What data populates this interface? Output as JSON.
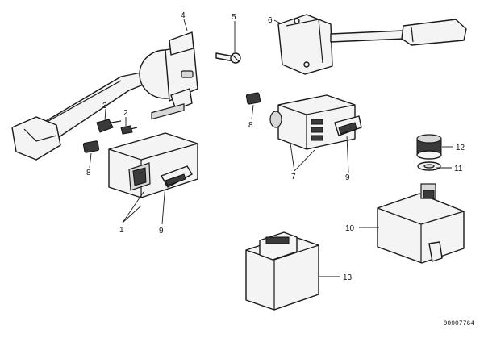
{
  "callouts": {
    "c1": "1",
    "c2": "2",
    "c3": "3",
    "c4": "4",
    "c5": "5",
    "c6": "6",
    "c7": "7",
    "c8a": "8",
    "c8b": "8",
    "c9a": "9",
    "c9b": "9",
    "c10": "10",
    "c11": "11",
    "c12": "12",
    "c13": "13"
  },
  "reference_number": "00007764"
}
